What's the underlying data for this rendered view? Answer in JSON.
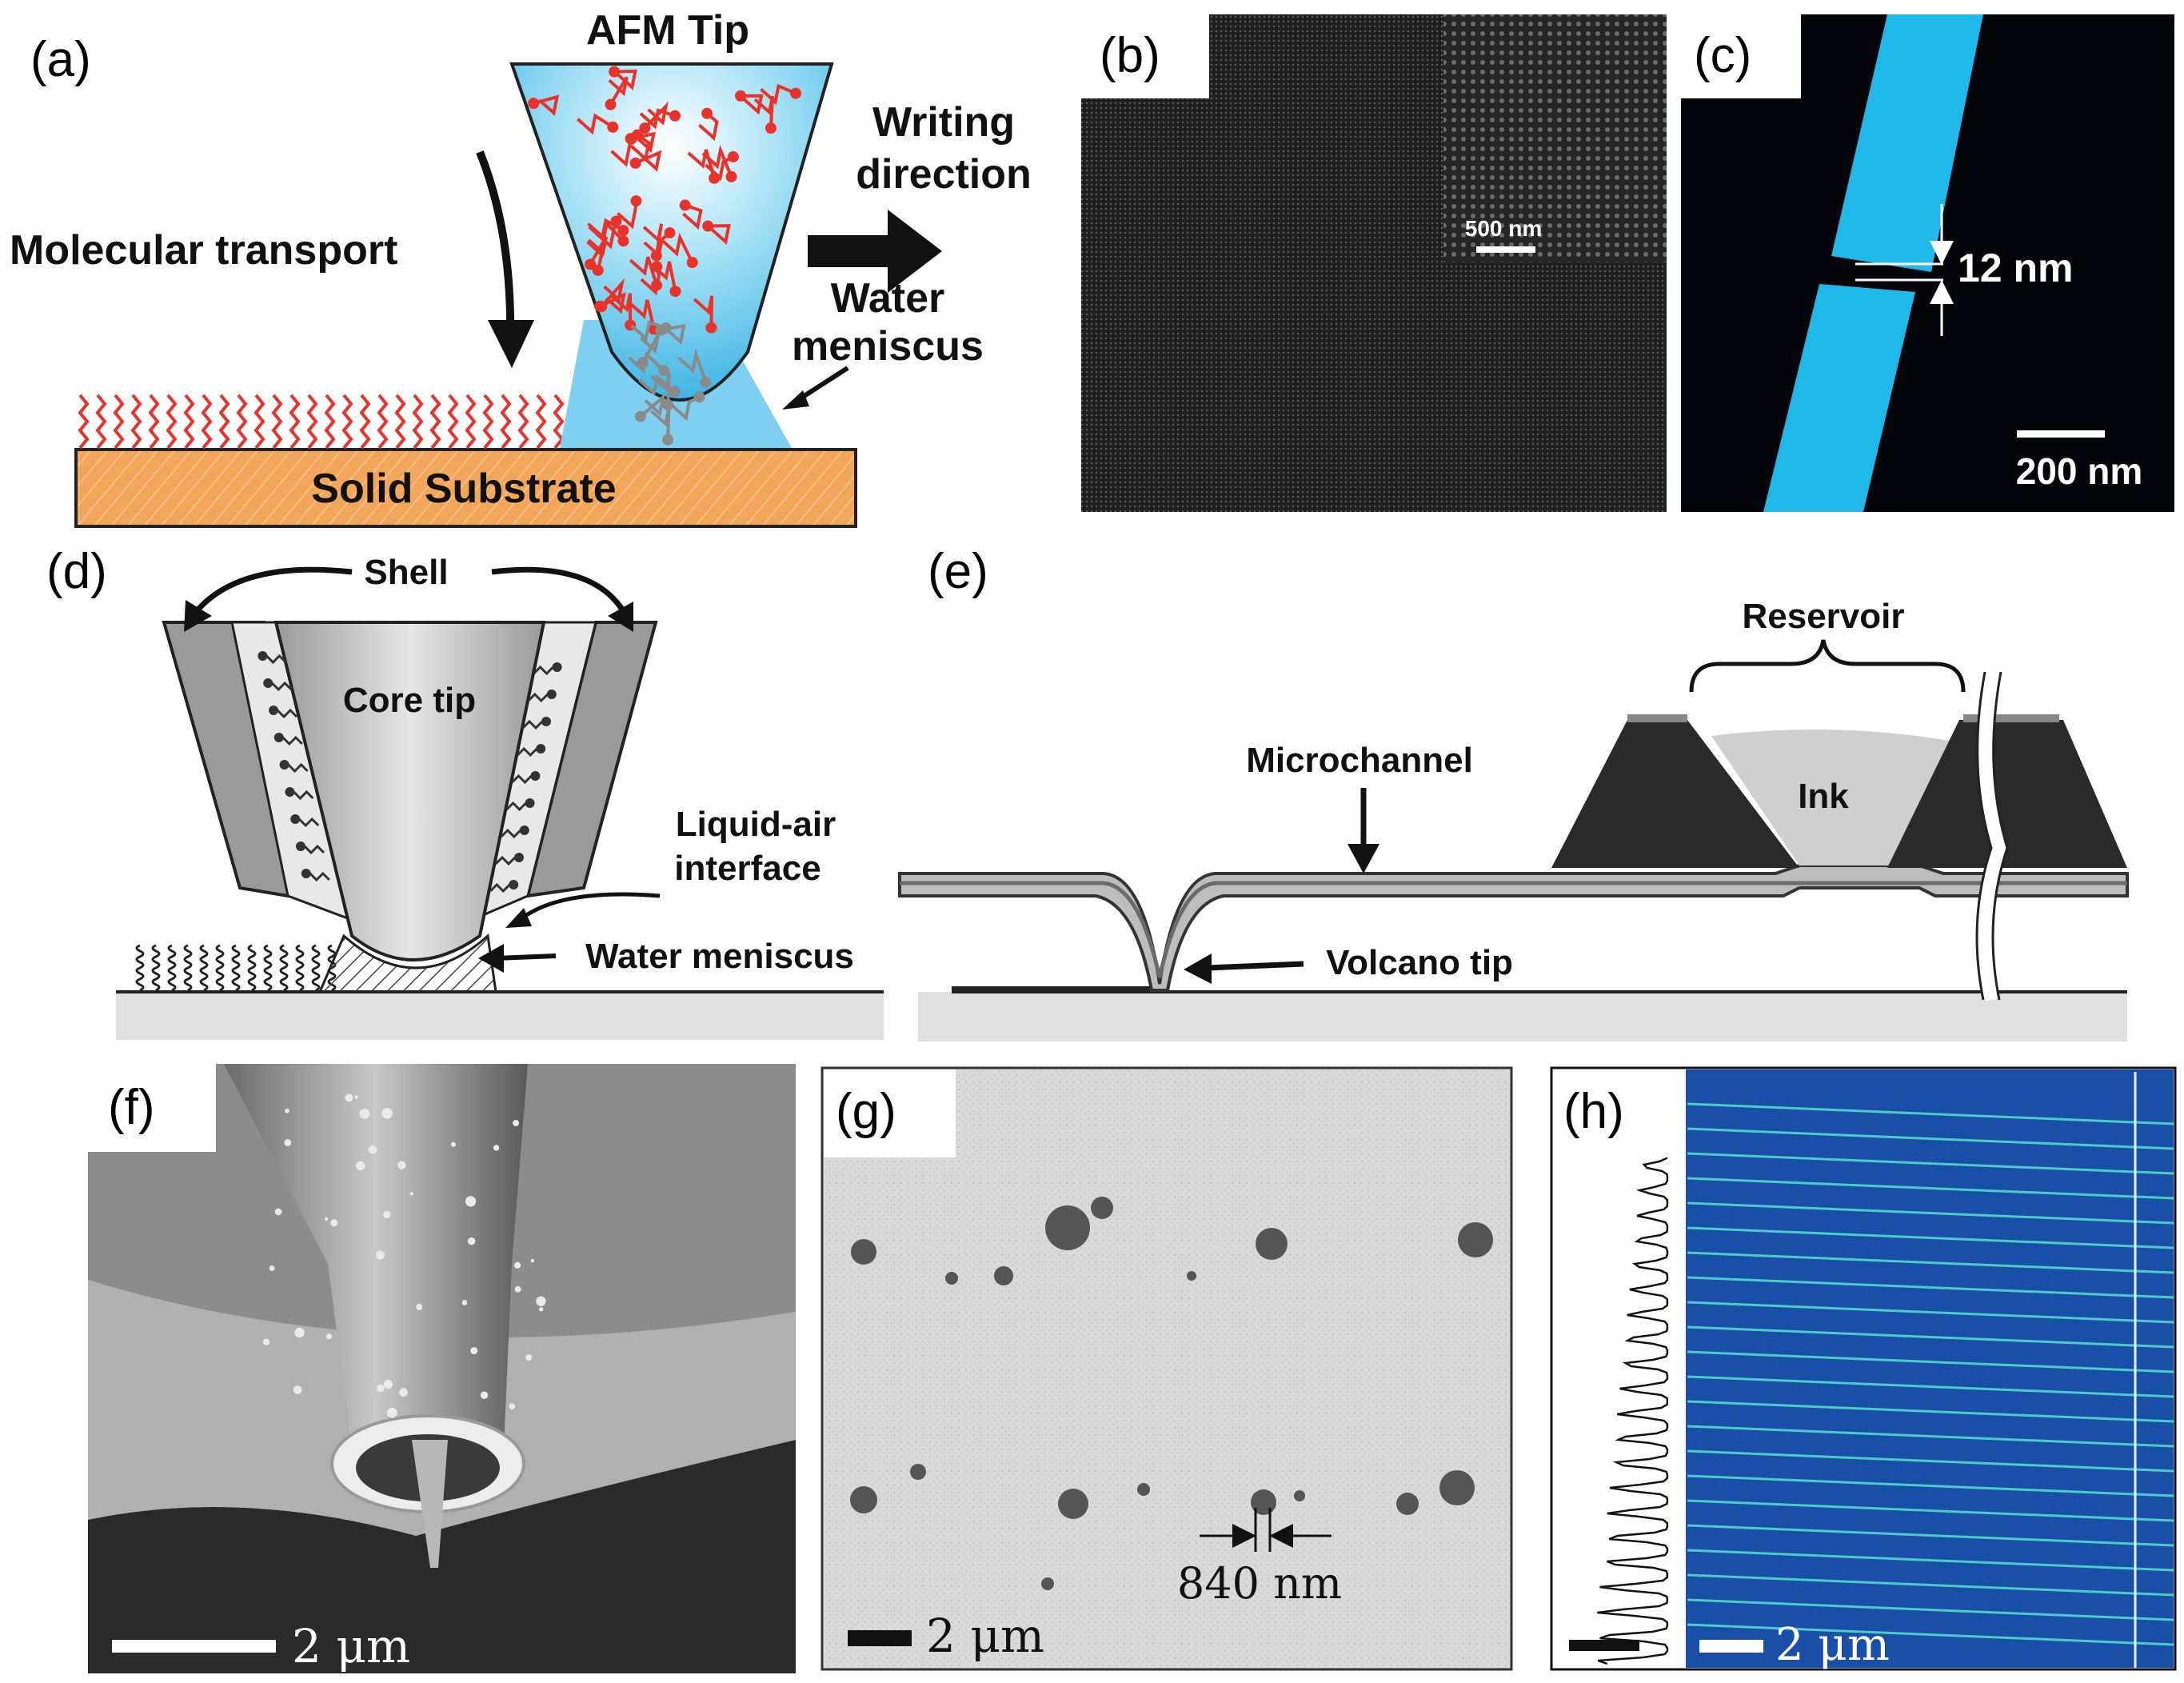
{
  "panels": {
    "a": {
      "label": "(a)",
      "afm_tip": "AFM Tip",
      "writing_1": "Writing",
      "writing_2": "direction",
      "molecular_transport": "Molecular transport",
      "water_1": "Water",
      "water_2": "meniscus",
      "substrate": "Solid Substrate"
    },
    "b": {
      "label": "(b)",
      "scale_bar": "500 nm"
    },
    "c": {
      "label": "(c)",
      "gap": "12 nm",
      "scale_bar": "200 nm"
    },
    "d": {
      "label": "(d)",
      "shell": "Shell",
      "core_tip": "Core tip",
      "liquid_air_1": "Liquid-air",
      "liquid_air_2": "interface",
      "water_meniscus": "Water meniscus"
    },
    "e": {
      "label": "(e)",
      "reservoir": "Reservoir",
      "ink": "Ink",
      "microchannel": "Microchannel",
      "volcano_tip": "Volcano tip"
    },
    "f": {
      "label": "(f)",
      "scale_bar": "2 μm"
    },
    "g": {
      "label": "(g)",
      "measure": "840 nm",
      "scale_bar": "2 μm"
    },
    "h": {
      "label": "(h)",
      "scale_bar": "2 μm"
    }
  },
  "colors": {
    "molecule_red": "#e8322a",
    "tip_blue": "#7fd0f0",
    "substrate_orange": "#f2a65a",
    "afm_cyan": "#1fb8e8",
    "fluor_blue": "#1a4fa8",
    "fluor_line": "#56e0d0"
  }
}
